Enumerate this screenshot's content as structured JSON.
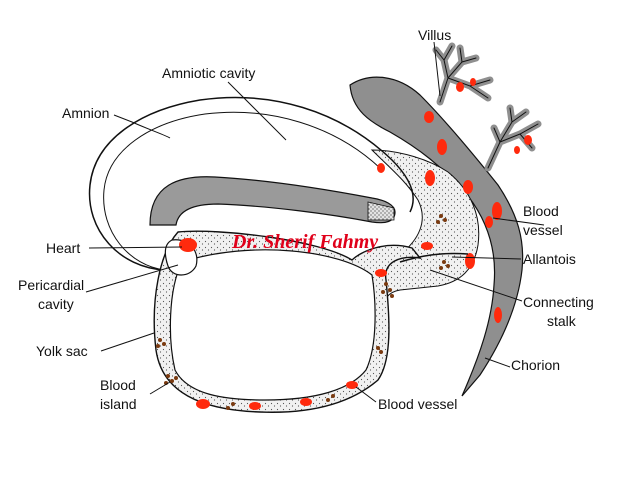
{
  "labels": {
    "villus": "Villus",
    "amniotic_cavity": "Amniotic cavity",
    "amnion": "Amnion",
    "blood_vessel_right_1": "Blood",
    "blood_vessel_right_2": "vessel",
    "heart": "Heart",
    "allantois": "Allantois",
    "pericardial_cavity_1": "Pericardial",
    "pericardial_cavity_2": "cavity",
    "connecting_stalk_1": "Connecting",
    "connecting_stalk_2": "stalk",
    "yolk_sac": "Yolk sac",
    "chorion": "Chorion",
    "blood_island_1": "Blood",
    "blood_island_2": "island",
    "blood_vessel_bottom": "Blood vessel"
  },
  "watermark": "Dr. Sherif Fahmy",
  "colors": {
    "ink": "#111111",
    "chorion_gray": "#8f8f8f",
    "stipple_gray": "#e6e6e6",
    "embryo_gray": "#9a9a9a",
    "blood_red": "#ff2a0d",
    "blood_island_brown": "#7a3a10",
    "watermark_red": "#e0001a"
  }
}
